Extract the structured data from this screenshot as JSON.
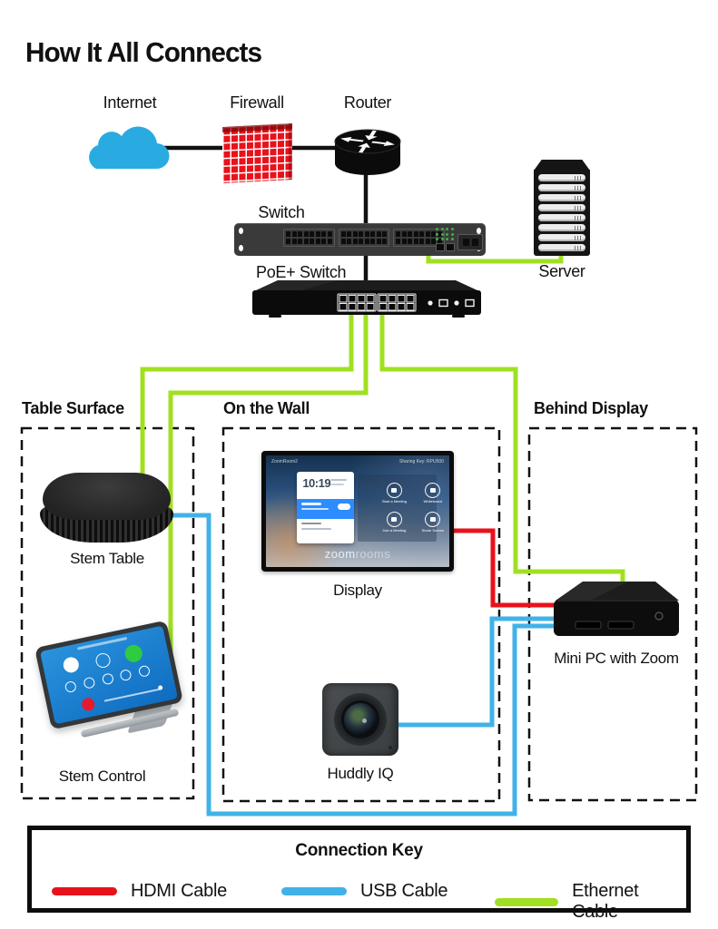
{
  "title": "How It All Connects",
  "network": {
    "internet_label": "Internet",
    "firewall_label": "Firewall",
    "router_label": "Router",
    "switch_label": "Switch",
    "poe_switch_label": "PoE+ Switch",
    "server_label": "Server"
  },
  "zones": {
    "table_surface": {
      "label": "Table Surface"
    },
    "on_the_wall": {
      "label": "On the Wall"
    },
    "behind_display": {
      "label": "Behind Display"
    }
  },
  "devices": {
    "stem_table": {
      "label": "Stem Table"
    },
    "stem_control": {
      "label": "Stem Control"
    },
    "display": {
      "label": "Display"
    },
    "huddly": {
      "label": "Huddly IQ"
    },
    "mini_pc": {
      "label": "Mini PC with Zoom"
    }
  },
  "display_screen": {
    "room_name": "ZoomRoom2",
    "sharing_key": "Sharing Key: RPU500",
    "time": "10:19",
    "watermark_1": "zoom",
    "watermark_2": "rooms",
    "actions": [
      "Start a Meeting",
      "Whiteboard",
      "Join a Meeting",
      "Share Screen"
    ]
  },
  "legend": {
    "title": "Connection Key",
    "items": [
      {
        "label": "HDMI Cable",
        "color": "#e8121b"
      },
      {
        "label": "USB Cable",
        "color": "#41b2e8"
      },
      {
        "label": "Ethernet Cable",
        "color": "#a0e020"
      }
    ]
  },
  "colors": {
    "hdmi": "#e8121b",
    "usb": "#41b2e8",
    "ethernet": "#a0e020",
    "wire": "#111111",
    "cloud": "#29abe2",
    "firewall_brick": "#e8121c",
    "led_green": "#3faf46"
  },
  "wires": [
    {
      "name": "wire-internet-firewall-router",
      "points": [
        [
          140,
          163
        ],
        [
          403,
          163
        ]
      ]
    },
    {
      "name": "wire-router-switch-poe",
      "points": [
        [
          403,
          163
        ],
        [
          403,
          332
        ]
      ]
    }
  ],
  "cables": [
    {
      "name": "ethernet-switch-to-server",
      "type": "ethernet",
      "color": "#a0e020",
      "points": [
        [
          472,
          266
        ],
        [
          472,
          288
        ],
        [
          618,
          288
        ],
        [
          618,
          278
        ]
      ]
    },
    {
      "name": "ethernet-poe-to-stem-table",
      "type": "ethernet",
      "color": "#a0e020",
      "points": [
        [
          387,
          340
        ],
        [
          387,
          407
        ],
        [
          157,
          407
        ],
        [
          157,
          545
        ]
      ]
    },
    {
      "name": "ethernet-poe-to-stem-control",
      "type": "ethernet",
      "color": "#a0e020",
      "points": [
        [
          403,
          340
        ],
        [
          403,
          433
        ],
        [
          188,
          433
        ],
        [
          188,
          762
        ],
        [
          174,
          762
        ]
      ]
    },
    {
      "name": "ethernet-poe-to-mini-pc",
      "type": "ethernet",
      "color": "#a0e020",
      "points": [
        [
          421,
          340
        ],
        [
          421,
          407
        ],
        [
          568,
          407
        ],
        [
          568,
          630
        ],
        [
          686,
          630
        ],
        [
          686,
          652
        ]
      ]
    },
    {
      "name": "hdmi-display-to-mini-pc",
      "type": "hdmi",
      "color": "#e8121b",
      "points": [
        [
          498,
          585
        ],
        [
          543,
          585
        ],
        [
          543,
          667
        ],
        [
          618,
          667
        ]
      ]
    },
    {
      "name": "usb-huddly-to-mini-pc",
      "type": "usb",
      "color": "#41b2e8",
      "points": [
        [
          436,
          799
        ],
        [
          542,
          799
        ],
        [
          542,
          682
        ],
        [
          618,
          682
        ]
      ]
    },
    {
      "name": "usb-stem-table-to-mini-pc",
      "type": "usb",
      "color": "#41b2e8",
      "points": [
        [
          183,
          568
        ],
        [
          230,
          568
        ],
        [
          230,
          897
        ],
        [
          567,
          897
        ],
        [
          567,
          690
        ],
        [
          618,
          690
        ]
      ]
    }
  ]
}
